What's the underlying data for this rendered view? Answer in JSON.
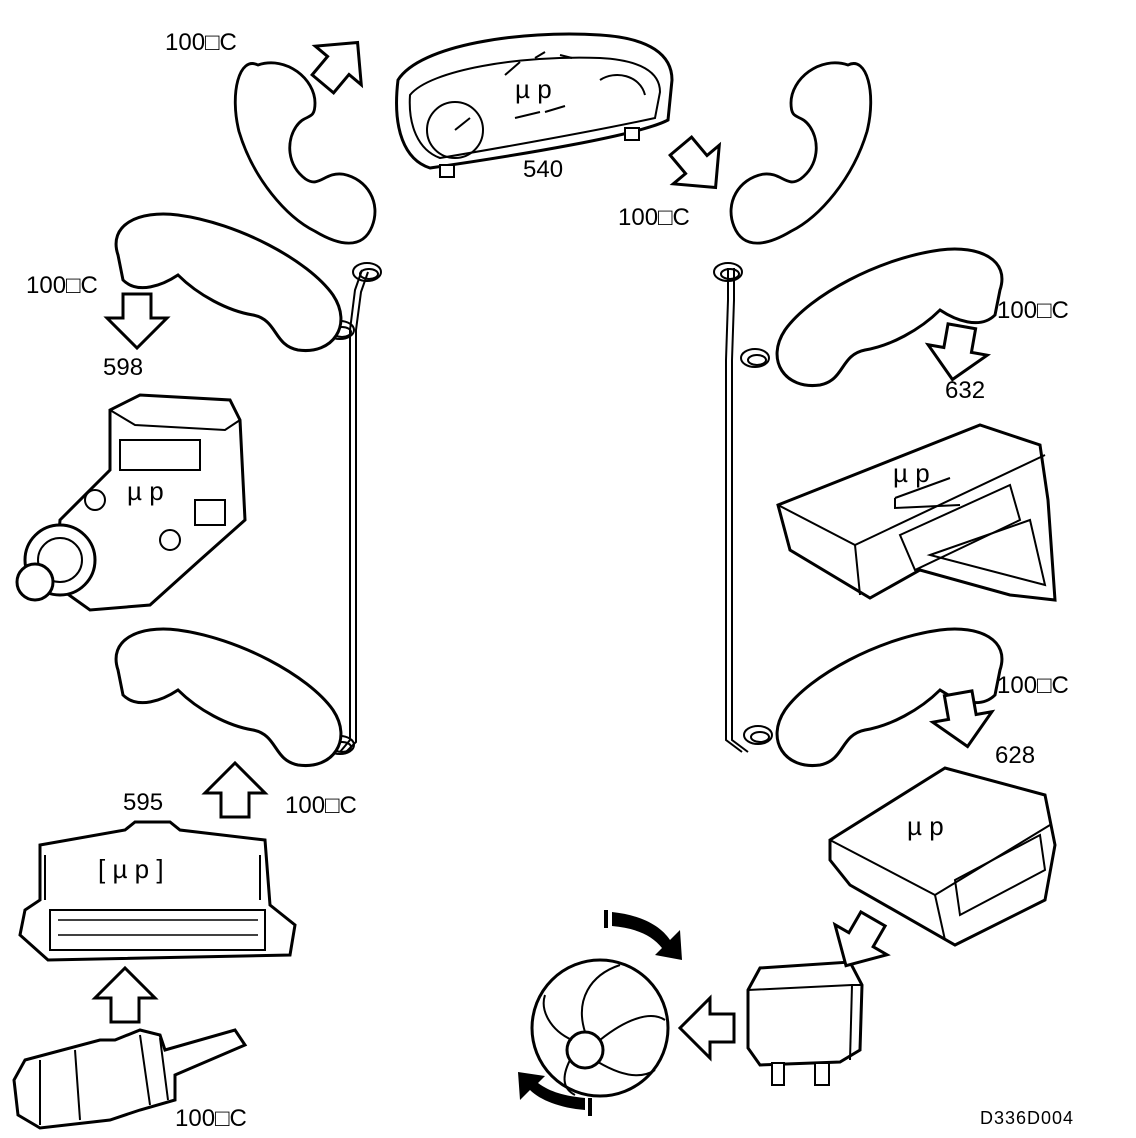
{
  "labels": {
    "temp": "100□C",
    "micro": "µ p",
    "micro_bracketed": "[ µ p ]",
    "instrument_cluster": "540",
    "pump_ecu_ref": "598",
    "ecu_ref": "595",
    "bsi_ref": "632",
    "module_ref": "628",
    "drawing_code": "D336D004"
  }
}
